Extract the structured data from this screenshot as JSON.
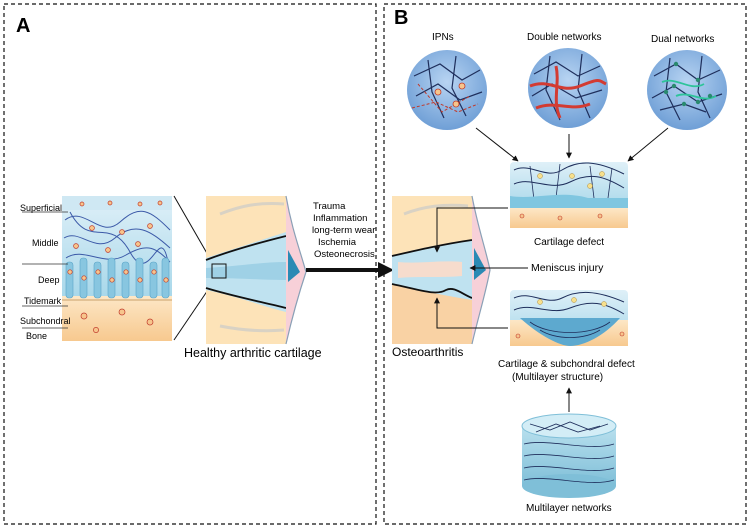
{
  "panelA": {
    "letter": "A",
    "layers": [
      "Superficial",
      "Middle",
      "Deep",
      "Tidemark",
      "Subchondral",
      "Bone"
    ],
    "caption": "Healthy arthritic cartilage"
  },
  "causes": [
    "Trauma",
    "Inflammation",
    "long-term wear",
    "Ischemia",
    "Osteonecrosis"
  ],
  "panelB": {
    "letter": "B",
    "networks": [
      "IPNs",
      "Double networks",
      "Dual networks"
    ],
    "cartilage_defect": "Cartilage defect",
    "meniscus_injury": "Meniscus injury",
    "osteoarthritis": "Osteoarthritis",
    "composite_defect_line1": "Cartilage & subchondral defect",
    "composite_defect_line2": "(Multilayer structure)",
    "multilayer": "Multilayer networks"
  },
  "colors": {
    "network_circle": "#8fb8e4",
    "cartilage_blue": "#bfe2f0",
    "bone_peach": "#fbd9a8",
    "double_network_red": "#d33b32",
    "dual_network_green": "#2ec49a"
  }
}
